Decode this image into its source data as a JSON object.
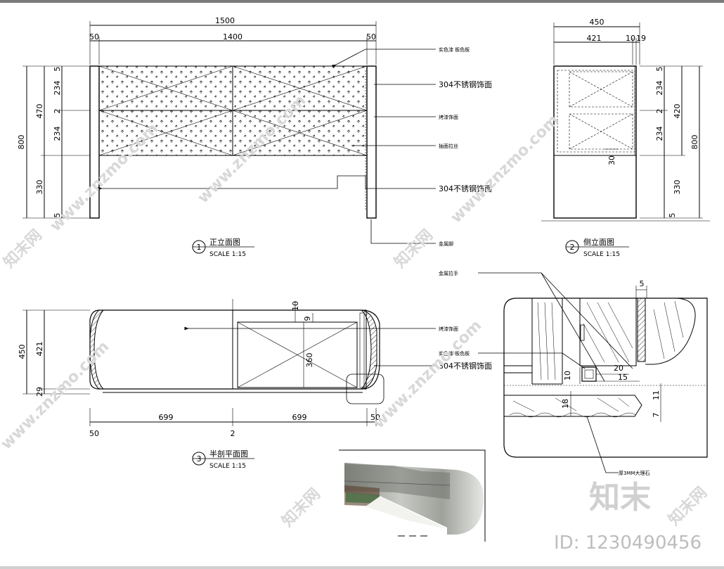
{
  "dims": {
    "front_total": "1500",
    "front_inner": "1400",
    "front_left_leg": "50",
    "front_right_leg": "50",
    "front_left_total": "800",
    "front_left_upper": "470",
    "front_left_lower": "330",
    "front_inner_top": "5",
    "front_inner_a": "234",
    "front_inner_mid": "2",
    "front_inner_b": "234",
    "front_inner_bottom": "5",
    "side_total": "450",
    "side_a": "421",
    "side_b": "10",
    "side_c": "19",
    "side_top": "5",
    "side_in_a": "234",
    "side_in_mid": "2",
    "side_in_b": "234",
    "side_upper": "420",
    "side_total_h": "800",
    "side_lower": "330",
    "side_bottom": "5",
    "side_30": "30",
    "plan_h_total": "450",
    "plan_h_a": "421",
    "plan_h_b": "29",
    "plan_top_10": "10",
    "plan_top_9": "9",
    "plan_360": "360",
    "plan_w_a": "699",
    "plan_w_b": "699",
    "plan_w_mid": "2",
    "plan_w_left": "50",
    "plan_w_right": "50",
    "det_5": "5",
    "det_10": "10",
    "det_20": "20",
    "det_15": "15",
    "det_18": "18",
    "det_11": "11",
    "det_7": "7"
  },
  "annotations": {
    "a1": "实色漆 板色板",
    "a2": "304不锈钢饰面",
    "a3": "烤漆饰面",
    "a4": "抽面拉丝",
    "a5": "304不锈钢饰面",
    "a6": "金属脚",
    "a7": "金属拉手",
    "a8": "烤漆饰面",
    "a9": "实色漆 板色板",
    "a10": "304不锈钢饰面",
    "a11": "厚3MM大理石"
  },
  "titles": {
    "t1_num": "1",
    "t1_name": "正立面图",
    "t1_scale": "SCALE 1:15",
    "t2_num": "2",
    "t2_name": "侧立面图",
    "t2_scale": "SCALE 1:15",
    "t3_num": "3",
    "t3_name": "半剖平面图",
    "t3_scale": "SCALE 1:15"
  },
  "watermark": {
    "site": "www.znzmo.com",
    "brand_cn": "知末网",
    "brand_big": "知末",
    "id_text": "ID: 1230490456"
  }
}
